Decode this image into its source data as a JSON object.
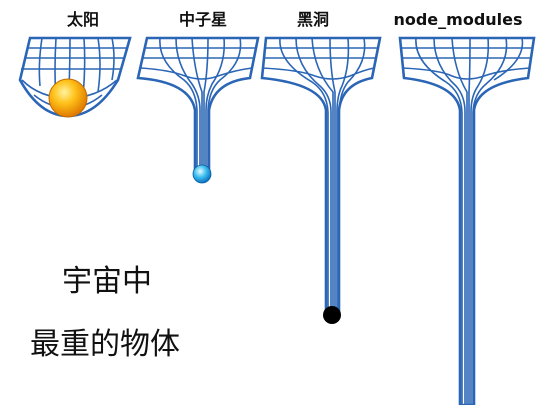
{
  "panels": [
    {
      "id": "sun",
      "label": "太阳"
    },
    {
      "id": "neutron-star",
      "label": "中子星"
    },
    {
      "id": "black-hole",
      "label": "黑洞"
    },
    {
      "id": "node-modules",
      "label": "node_modules"
    }
  ],
  "caption": {
    "line1": "宇宙中",
    "line2": "最重的物体"
  },
  "colors": {
    "grid_fill": "#ffffff",
    "grid_stroke": "#2b66b6",
    "sun": "#f5a623",
    "neutron_star": "#2aa8e8",
    "black_hole": "#000000"
  }
}
